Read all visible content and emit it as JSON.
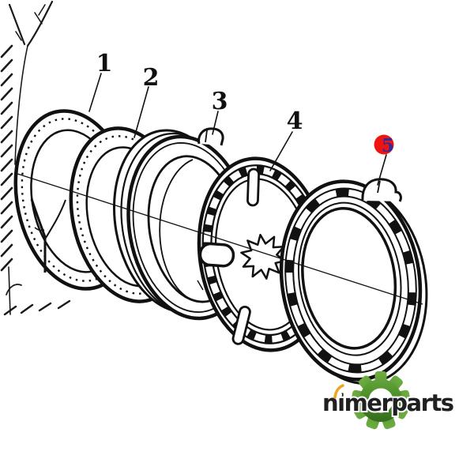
{
  "canvas": {
    "background": "#ffffff",
    "line_color": "#111111"
  },
  "diagram": {
    "type": "exploded-parts-diagram",
    "description": "Exploded view of clutch/brake disc assembly with five numbered parts",
    "callouts": [
      {
        "label": "1"
      },
      {
        "label": "2"
      },
      {
        "label": "3"
      },
      {
        "label": "4"
      },
      {
        "label": "5"
      }
    ],
    "badge": {
      "label": "5",
      "color": "#ee1510",
      "label_color": "#2f2b9e"
    }
  },
  "logo": {
    "text": "nimerparts",
    "text_color": "#202020",
    "gear_color_top": "#72b045",
    "gear_color_mid": "#4a8d28",
    "gear_color_bottom": "#2b5f19",
    "accent_color": "#eda41f"
  }
}
